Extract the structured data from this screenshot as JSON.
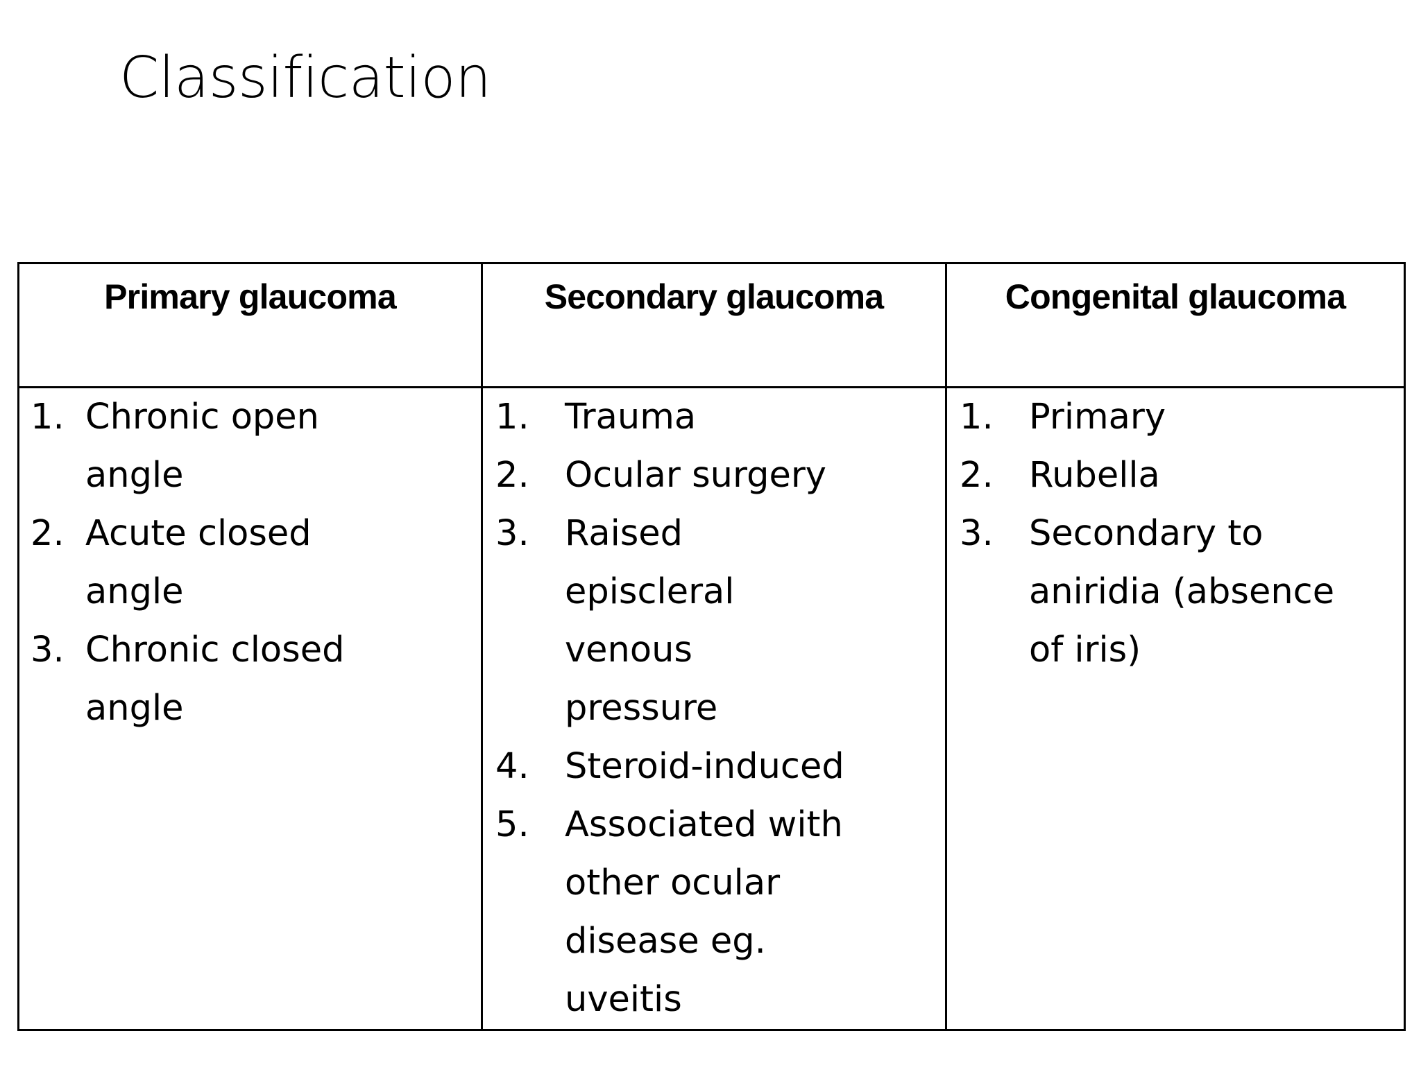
{
  "slide": {
    "title": "Classification",
    "background_color": "#ffffff",
    "text_color": "#000000",
    "border_color": "#000000"
  },
  "table": {
    "headers": [
      "Primary glaucoma",
      "Secondary glaucoma",
      "Congenital glaucoma"
    ],
    "columns": [
      {
        "header": "Primary glaucoma",
        "items": [
          {
            "num": "1.",
            "text": "Chronic open angle"
          },
          {
            "num": "2.",
            "text": "Acute closed angle"
          },
          {
            "num": "3.",
            "text": "Chronic closed angle"
          }
        ]
      },
      {
        "header": "Secondary glaucoma",
        "items": [
          {
            "num": "1.",
            "text": "Trauma"
          },
          {
            "num": "2.",
            "text": "Ocular surgery"
          },
          {
            "num": "3.",
            "text": "Raised episcleral venous pressure"
          },
          {
            "num": "4.",
            "text": "Steroid-induced"
          },
          {
            "num": "5.",
            "text": "Associated with other ocular disease eg. uveitis"
          }
        ]
      },
      {
        "header": "Congenital glaucoma",
        "items": [
          {
            "num": "1.",
            "text": "Primary"
          },
          {
            "num": "2.",
            "text": "Rubella"
          },
          {
            "num": "3.",
            "text": "Secondary to aniridia (absence of iris)"
          }
        ]
      }
    ]
  }
}
